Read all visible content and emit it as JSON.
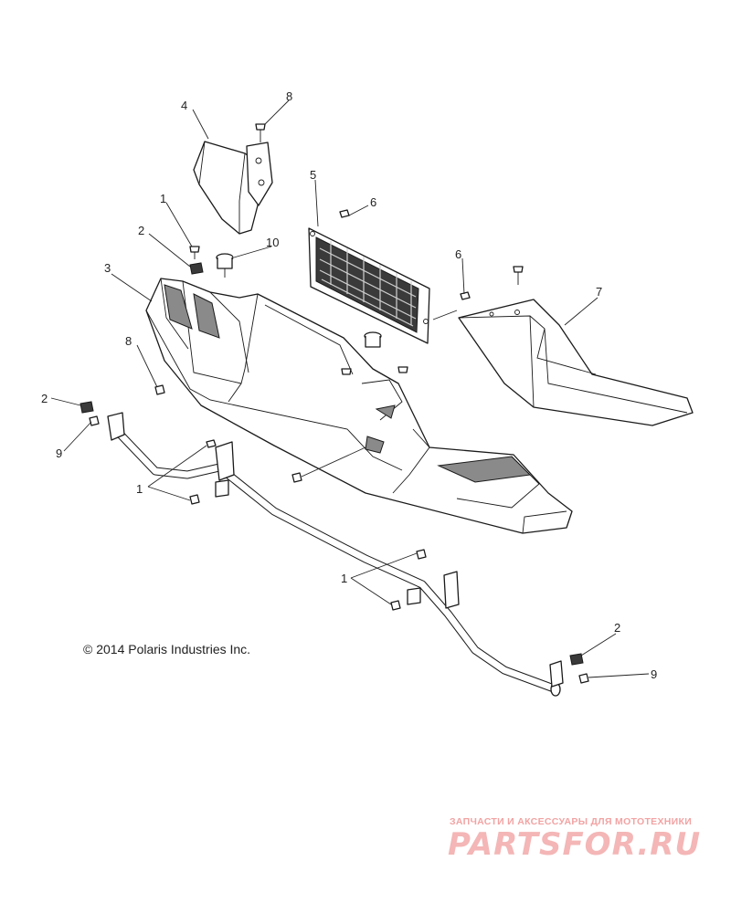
{
  "callouts": [
    {
      "id": "c1",
      "text": "1"
    },
    {
      "id": "c2",
      "text": "2"
    },
    {
      "id": "c3",
      "text": "3"
    },
    {
      "id": "c4",
      "text": "4"
    },
    {
      "id": "c5",
      "text": "5"
    },
    {
      "id": "c6",
      "text": "6"
    },
    {
      "id": "c7",
      "text": "7"
    },
    {
      "id": "c8",
      "text": "8"
    },
    {
      "id": "c9",
      "text": "9"
    },
    {
      "id": "c10",
      "text": "10"
    }
  ],
  "copyright": "© 2014 Polaris Industries Inc.",
  "watermark": {
    "tagline": "ЗАПЧАСТИ И АКСЕССУАРЫ ДЛЯ МОТОТЕХНИКИ",
    "logo": "PARTSFOR.RU"
  },
  "colors": {
    "line": "#1a1a1a",
    "watermark": "#f4b6b6"
  }
}
